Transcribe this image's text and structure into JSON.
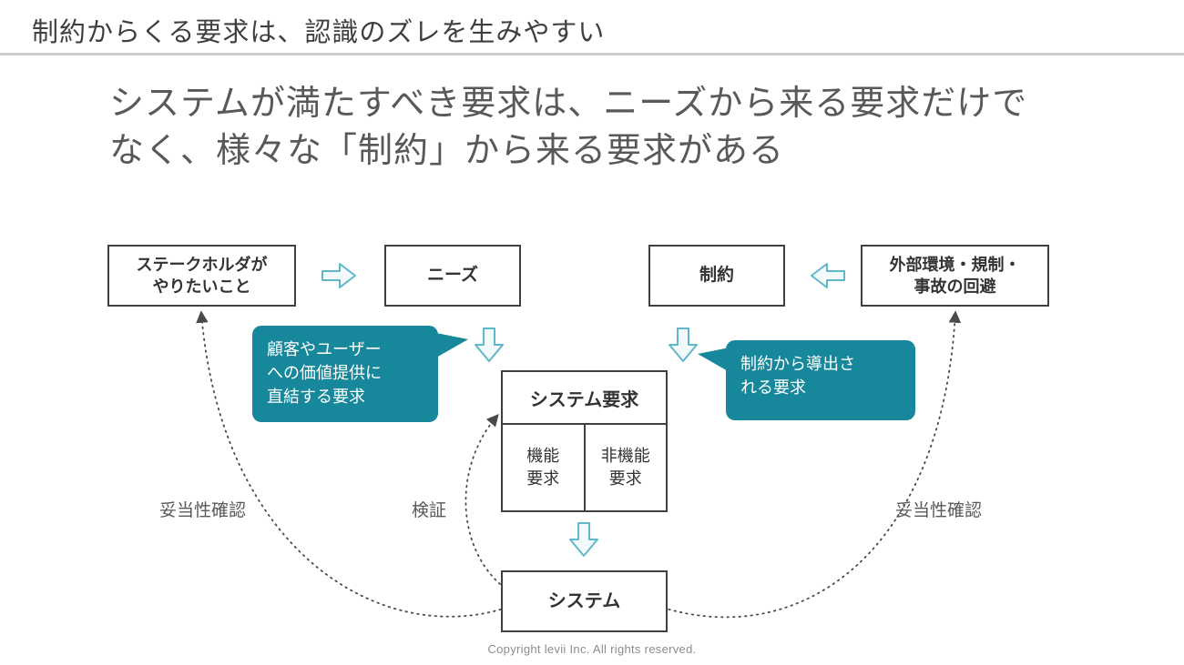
{
  "colors": {
    "bubble_teal": "#17879b",
    "block_arrow_stroke": "#5fb8c9",
    "block_arrow_fill": "#f2fafc",
    "box_border": "#3f3f3f",
    "title_text": "#3f3f3f",
    "body_text": "#595959",
    "trace_line": "#4a4a4a"
  },
  "header": {
    "title": "制約からくる要求は、認識のズレを生みやすい"
  },
  "lede": "システムが満たすべき要求は、ニーズから来る要求だけで\nなく、様々な「制約」から来る要求がある",
  "diagram": {
    "stakeholder": "ステークホルダが\nやりたいこと",
    "needs": "ニーズ",
    "constraint": "制約",
    "external": "外部環境・規制・\n事故の回避",
    "callout_left": "顧客やユーザー\nへの価値提供に\n直結する要求",
    "callout_right": "制約から導出さ\nれる要求",
    "system_requirements": "システム要求",
    "functional": "機能\n要求",
    "nonfunctional": "非機能\n要求",
    "system": "システム",
    "validation_left": "妥当性確認",
    "verification": "検証",
    "validation_right": "妥当性確認"
  },
  "footer": {
    "copyright": "Copyright levii Inc. All rights reserved."
  }
}
